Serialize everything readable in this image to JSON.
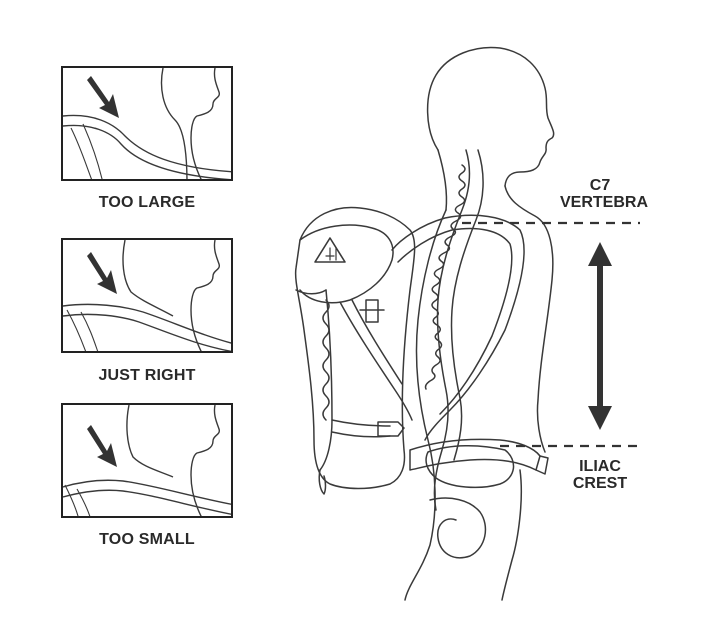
{
  "fit_panels": [
    {
      "caption": "TOO LARGE"
    },
    {
      "caption": "JUST RIGHT"
    },
    {
      "caption": "TOO SMALL"
    }
  ],
  "torso_labels": {
    "top": {
      "line1": "C7",
      "line2": "VERTEBRA"
    },
    "bottom": {
      "line1": "ILIAC",
      "line2": "CREST"
    }
  },
  "colors": {
    "line": "#3a3a3a",
    "dark": "#333333",
    "text": "#2a2a2a"
  }
}
